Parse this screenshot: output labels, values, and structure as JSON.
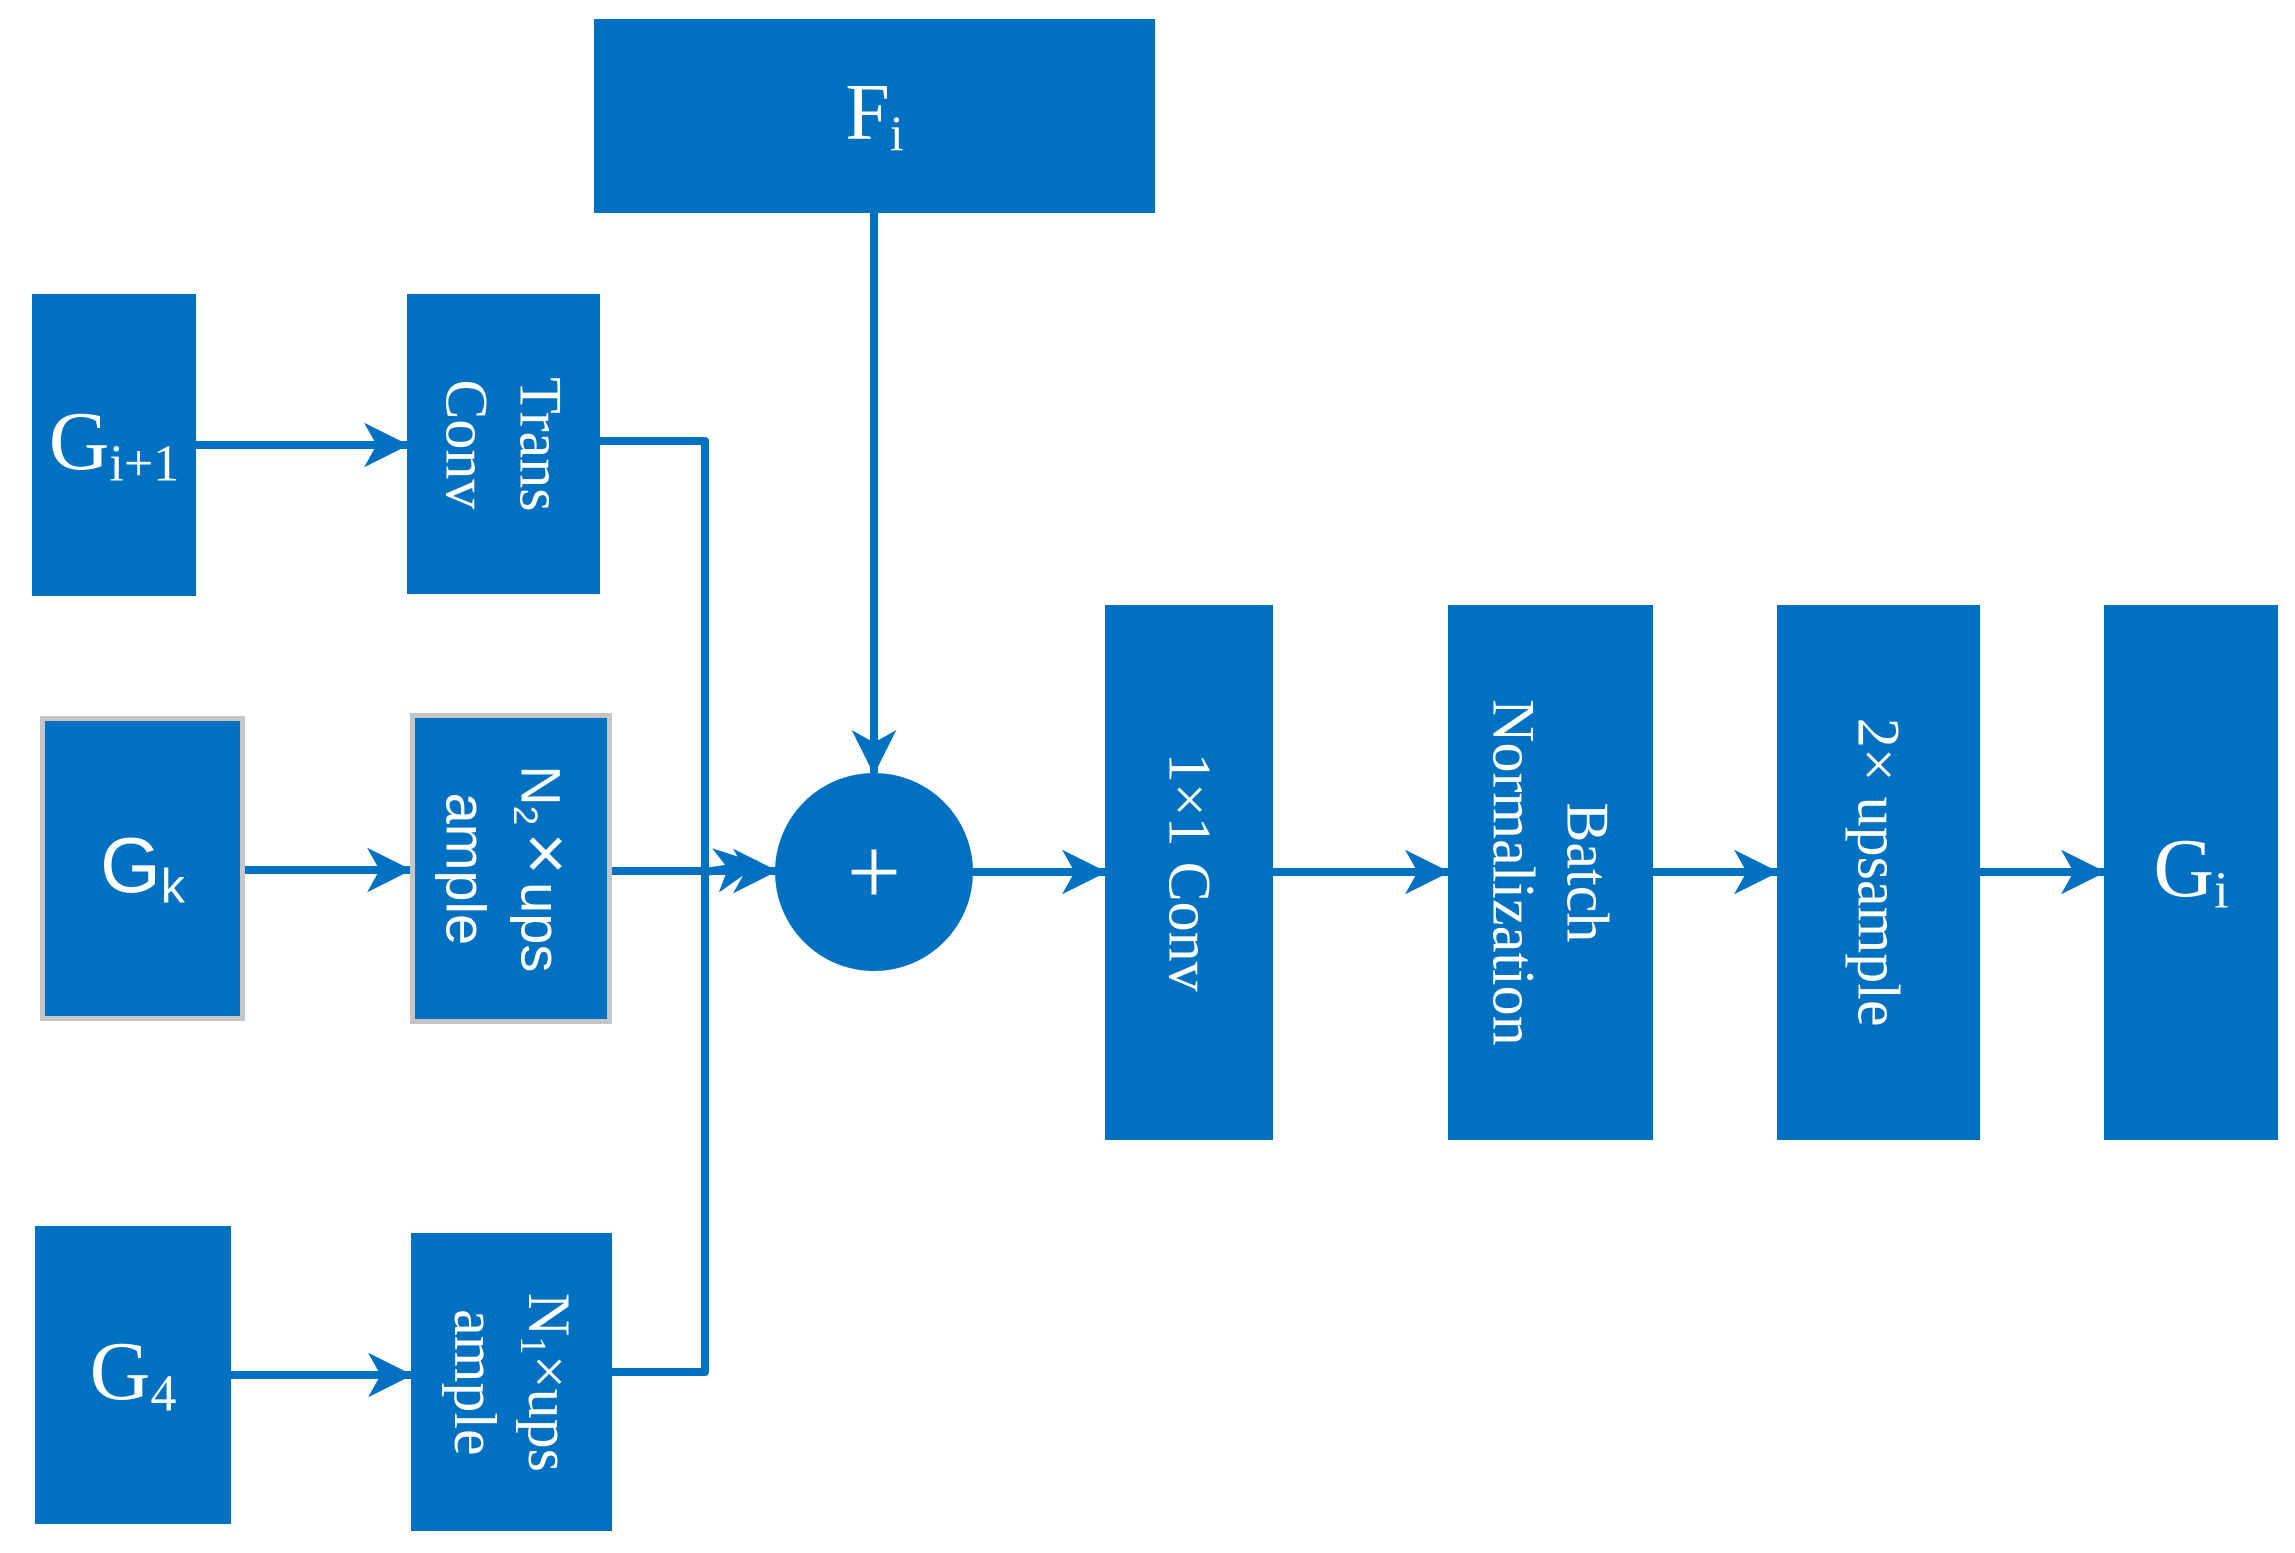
{
  "colors": {
    "node_fill": "#0070C0",
    "connector": "#0070C0",
    "node_border_gray": "#C6C6C6",
    "text": "#FFFFFF",
    "background": "#FFFFFF"
  },
  "diagram": {
    "fi": {
      "base": "F",
      "sub": "i"
    },
    "gi_plus_1": {
      "base": "G",
      "sub": "i+1"
    },
    "trans_conv": {
      "line1": "Trans",
      "line2": "Conv"
    },
    "gk": {
      "base": "G",
      "sub": "k"
    },
    "n2_upsample": {
      "base": "N",
      "sub": "2",
      "times": "×",
      "tail": "ups",
      "line2": "ample"
    },
    "g4": {
      "base": "G",
      "sub": "4"
    },
    "n1_upsample": {
      "base": "N",
      "sub": "1",
      "times": "×",
      "tail": "ups",
      "line2": "ample"
    },
    "sum_symbol": "+",
    "conv_1x1": "1×1 Conv",
    "batch_norm": {
      "line1": "Batch",
      "line2": "Normalization"
    },
    "upsample_2x": "2× upsample",
    "gi": {
      "base": "G",
      "sub": "i"
    }
  }
}
